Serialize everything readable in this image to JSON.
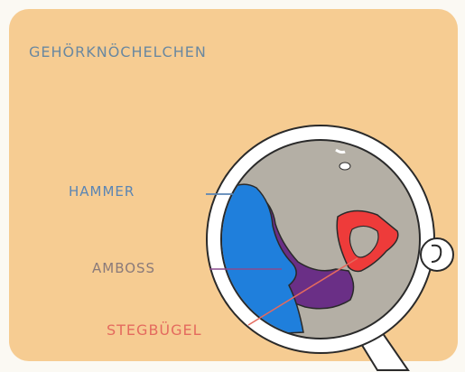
{
  "title": "GEHÖRKNÖCHELCHEN",
  "labels": {
    "hammer": "HAMMER",
    "amboss": "AMBOSS",
    "steigbuegel": "STEGBÜGEL"
  },
  "colors": {
    "page_bg": "#fbf9f3",
    "card_bg": "#f6cc92",
    "lens_bg": "#b4afa5",
    "hammer": "#1f7fdc",
    "amboss": "#6a2f86",
    "steigbuegel": "#ee3b3a",
    "outline": "#2a2a2a"
  }
}
